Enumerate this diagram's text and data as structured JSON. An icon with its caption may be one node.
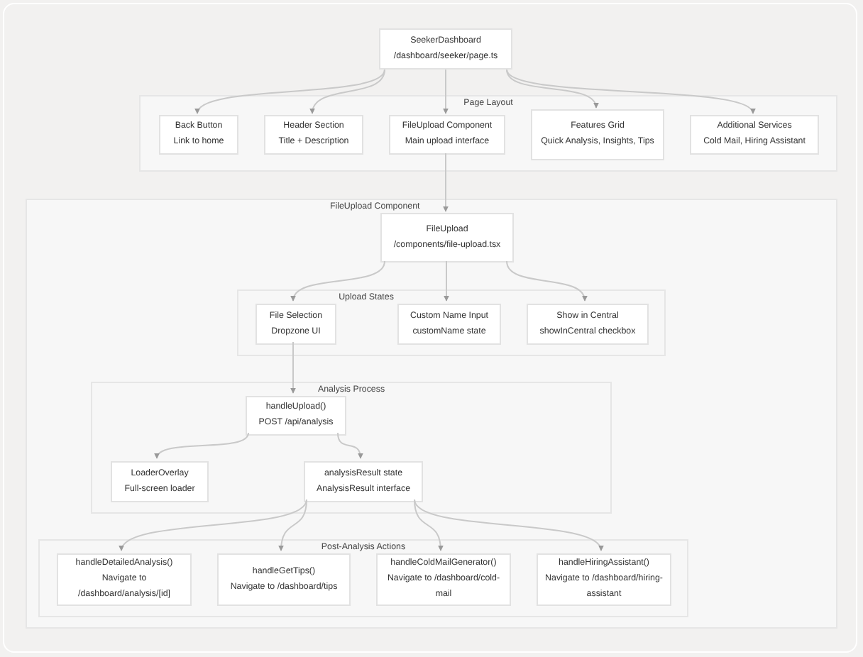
{
  "diagram": {
    "nodes": [
      {
        "text": [
          "SeekerDashboard",
          "/dashboard/seeker/page.ts"
        ]
      },
      {
        "text": [
          "Page Layout"
        ]
      },
      {
        "text": [
          "Back Button",
          "Link to home"
        ],
        "in": 1
      },
      {
        "text": [
          "Header Section",
          "Title + Description"
        ],
        "in": 1
      },
      {
        "text": [
          "FileUpload Component",
          "Main upload interface"
        ],
        "in": 1
      },
      {
        "text": [
          "Features Grid",
          "Quick Analysis, Insights, Tips"
        ],
        "in": 1
      },
      {
        "text": [
          "Additional Services",
          "Cold Mail, Hiring Assistant"
        ],
        "in": 1
      },
      {
        "text": [
          "FileUpload Component"
        ]
      },
      {
        "text": [
          "FileUpload",
          "/components/file-upload.tsx"
        ],
        "in": 7
      },
      {
        "text": [
          "Upload States"
        ],
        "in": 7
      },
      {
        "text": [
          "File Selection",
          "Dropzone UI"
        ],
        "in": 9
      },
      {
        "text": [
          "Custom Name Input",
          "customName state"
        ],
        "in": 9
      },
      {
        "text": [
          "Show in Central",
          "showInCentral checkbox"
        ],
        "in": 9
      },
      {
        "text": [
          "Analysis Process"
        ],
        "in": 7
      },
      {
        "text": [
          "handleUpload()",
          "POST /api/analysis"
        ],
        "in": 13
      },
      {
        "text": [
          "LoaderOverlay",
          "Full-screen loader"
        ],
        "in": 13
      },
      {
        "text": [
          "analysisResult state",
          "AnalysisResult interface"
        ],
        "in": 13
      },
      {
        "text": [
          "Post-Analysis Actions"
        ],
        "in": 7
      },
      {
        "text": [
          "handleDetailedAnalysis()",
          "Navigate to /dashboard/analysis/[id]"
        ],
        "in": 17
      },
      {
        "text": [
          "handleGetTips()",
          "Navigate to /dashboard/tips"
        ],
        "in": 17
      },
      {
        "text": [
          "handleColdMailGenerator()",
          "Navigate to /dashboard/cold-mail"
        ],
        "in": 17
      },
      {
        "text": [
          "handleHiringAssistant()",
          "Navigate to /dashboard/hiring-assistant"
        ],
        "in": 17
      }
    ],
    "edges": [
      {
        "from": 0,
        "to": 2,
        "arrow": "to"
      },
      {
        "from": 0,
        "to": 3,
        "arrow": "to"
      },
      {
        "from": 0,
        "to": 4,
        "arrow": "to"
      },
      {
        "from": 0,
        "to": 5,
        "arrow": "to"
      },
      {
        "from": 0,
        "to": 6,
        "arrow": "to"
      },
      {
        "from": 4,
        "to": 8,
        "arrow": "to"
      },
      {
        "from": 8,
        "to": 10,
        "arrow": "to"
      },
      {
        "from": 8,
        "to": 11,
        "arrow": "to"
      },
      {
        "from": 8,
        "to": 12,
        "arrow": "to"
      },
      {
        "from": 10,
        "to": 14,
        "arrow": "to"
      },
      {
        "from": 14,
        "to": 15,
        "arrow": "to"
      },
      {
        "from": 14,
        "to": 16,
        "arrow": "to"
      },
      {
        "from": 16,
        "to": 18,
        "arrow": "to"
      },
      {
        "from": 16,
        "to": 19,
        "arrow": "to"
      },
      {
        "from": 16,
        "to": 20,
        "arrow": "to"
      },
      {
        "from": 16,
        "to": 21,
        "arrow": "to"
      }
    ]
  }
}
